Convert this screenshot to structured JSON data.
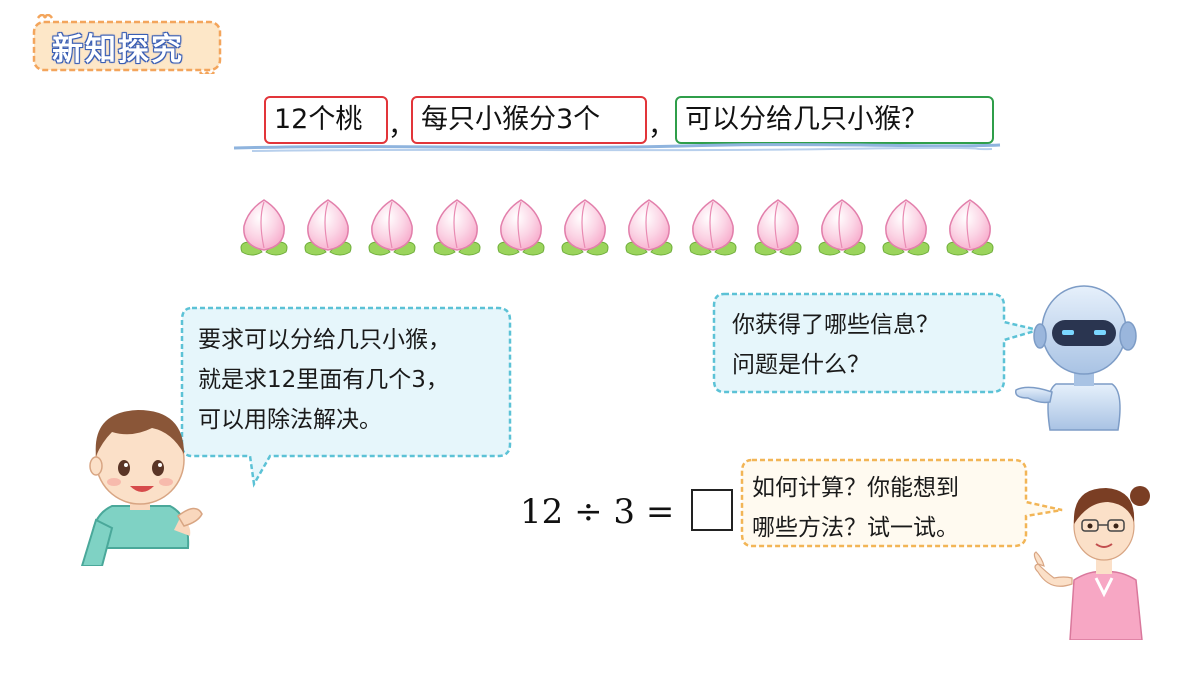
{
  "section_tag": "新知探究",
  "problem": {
    "part1": "12个桃",
    "part2": "每只小猴分3个",
    "part3": "可以分给几只小猴？",
    "separator": "，"
  },
  "peach_count": 12,
  "boy_bubble": {
    "lines": [
      "要求可以分给几只小猴，",
      "就是求12里面有几个3，",
      "可以用除法解决。"
    ]
  },
  "robot_bubble": {
    "lines": [
      "你获得了哪些信息？",
      "问题是什么？"
    ]
  },
  "teacher_bubble": {
    "lines": [
      "如何计算？你能想到",
      "哪些方法？试一试。"
    ]
  },
  "equation": {
    "left": "12",
    "operator": "÷",
    "right": "3",
    "equals": "="
  },
  "colors": {
    "red_box": "#e2353a",
    "green_box": "#2f9e4a",
    "bubble_blue_fill": "#e6f6fb",
    "bubble_blue_border": "#5cc2d6",
    "bubble_orange_fill": "#fffaf0",
    "bubble_orange_border": "#f2b556",
    "tag_fill": "#fde7c8",
    "tag_border": "#f3a55c",
    "peach_pink": "#f7a6c8",
    "leaf_green": "#9bd45c"
  }
}
